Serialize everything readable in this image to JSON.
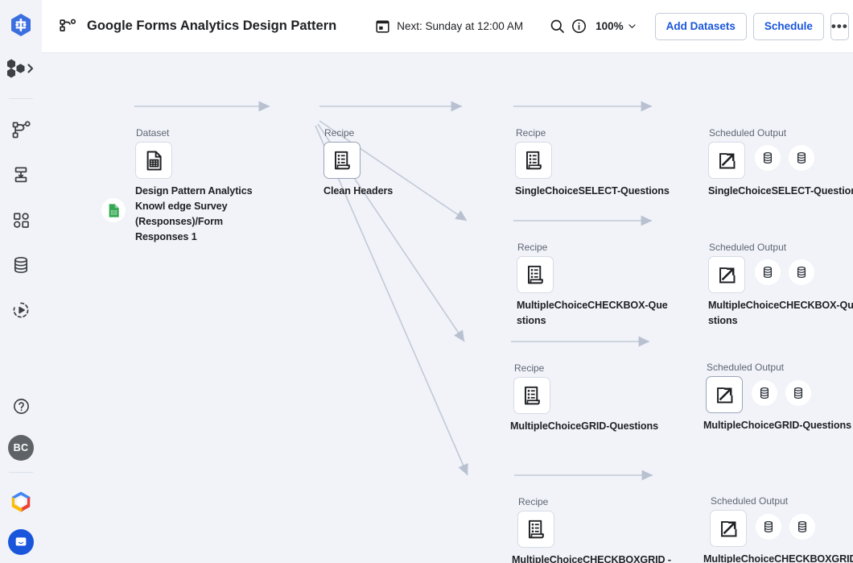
{
  "rail": {
    "logo_icon": "dataprep-logo-icon",
    "project_switcher": {
      "icon": "hexagons-icon",
      "chevron": "chevron-right-icon"
    },
    "items": [
      {
        "name": "flow-icon",
        "label": "Flows"
      },
      {
        "name": "plan-icon",
        "label": "Plans"
      },
      {
        "name": "jobs-icon",
        "label": "Jobs"
      },
      {
        "name": "library-icon",
        "label": "Library"
      },
      {
        "name": "run-history-icon",
        "label": "Run history"
      }
    ],
    "help_icon": "help-icon",
    "avatar_initials": "BC",
    "cloud_logo_icon": "google-cloud-icon",
    "chat_icon": "chat-bubble-icon"
  },
  "topbar": {
    "flow_icon": "flow-icon",
    "title": "Google Forms Analytics Design Pattern",
    "calendar_icon": "calendar-icon",
    "next_run": "Next: Sunday at 12:00 AM",
    "search_icon": "search-icon",
    "info_icon": "info-icon",
    "zoom_level": "100%",
    "zoom_chevron": "chevron-down-icon",
    "add_datasets_label": "Add Datasets",
    "schedule_label": "Schedule",
    "more_label": "•••"
  },
  "flow": {
    "kind_dataset": "Dataset",
    "kind_recipe": "Recipe",
    "kind_output": "Scheduled Output",
    "source": {
      "kind": "Dataset",
      "label": "Design Pattern Analytics Knowl edge Survey (Responses)/Form Responses 1",
      "icon": "dataset-icon",
      "source_badge_icon": "google-sheets-icon"
    },
    "clean": {
      "kind": "Recipe",
      "label": "Clean Headers",
      "icon": "recipe-icon"
    },
    "branches": [
      {
        "recipe": {
          "kind": "Recipe",
          "label": "SingleChoiceSELECT-Questions",
          "icon": "recipe-icon"
        },
        "output": {
          "kind": "Scheduled Output",
          "label": "SingleChoiceSELECT-Questions",
          "icon": "scheduled-output-icon",
          "highlighted": false
        },
        "destinations": [
          "database-icon",
          "database-icon"
        ]
      },
      {
        "recipe": {
          "kind": "Recipe",
          "label": "MultipleChoiceCHECKBOX-Que stions",
          "icon": "recipe-icon"
        },
        "output": {
          "kind": "Scheduled Output",
          "label": "MultipleChoiceCHECKBOX-Que stions",
          "icon": "scheduled-output-icon",
          "highlighted": false
        },
        "destinations": [
          "database-icon",
          "database-icon"
        ]
      },
      {
        "recipe": {
          "kind": "Recipe",
          "label": "MultipleChoiceGRID-Questions",
          "icon": "recipe-icon"
        },
        "output": {
          "kind": "Scheduled Output",
          "label": "MultipleChoiceGRID-Questions",
          "icon": "scheduled-output-icon",
          "highlighted": true
        },
        "destinations": [
          "database-icon",
          "database-icon"
        ]
      },
      {
        "recipe": {
          "kind": "Recipe",
          "label": "MultipleChoiceCHECKBOXGRID -Questions",
          "icon": "recipe-icon"
        },
        "output": {
          "kind": "Scheduled Output",
          "label": "MultipleChoiceCHECKBOXGRID -Questions",
          "icon": "scheduled-output-icon",
          "highlighted": false
        },
        "destinations": [
          "database-icon",
          "database-icon"
        ]
      }
    ]
  },
  "colors": {
    "canvas_bg": "#f1f3f9",
    "accent_blue": "#1a56db",
    "edge": "#c2c9d6",
    "sheets_green": "#34a853",
    "node_border": "#d5dbe6"
  }
}
